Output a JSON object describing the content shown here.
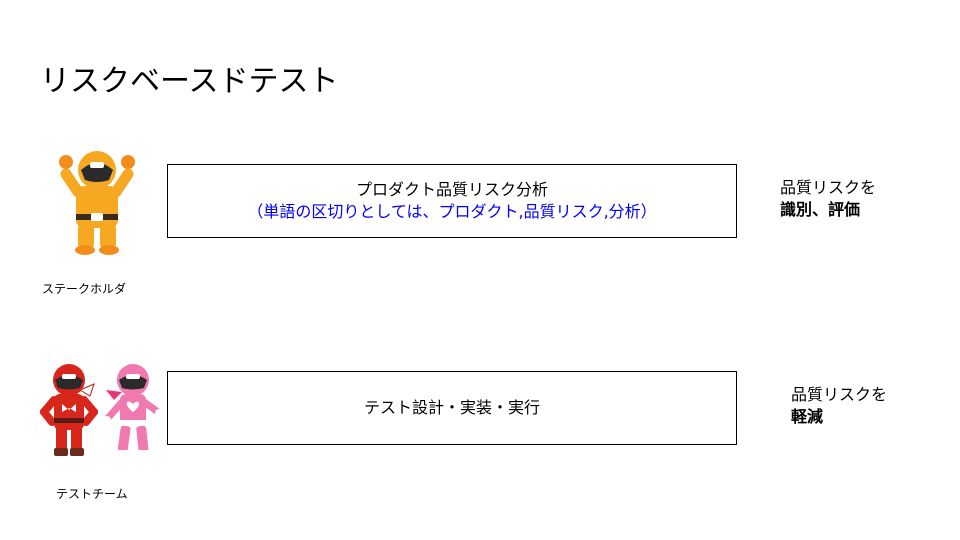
{
  "title": "リスクベースドテスト",
  "rows": [
    {
      "role": "ステークホルダ",
      "box_main": "プロダクト品質リスク分析",
      "box_note": "（単語の区切りとしては、プロダクト,品質リスク,分析）",
      "side_line1": "品質リスクを",
      "side_line2": "識別、評価"
    },
    {
      "role": "テストチーム",
      "box_main": "テスト設計・実装・実行",
      "side_line1": "品質リスクを",
      "side_line2": "軽減"
    }
  ],
  "colors": {
    "note_text": "#0000ff",
    "yellow_ranger": "#f7a823",
    "red_ranger": "#d9261c",
    "pink_ranger": "#f07ab0"
  },
  "icons": [
    "yellow-ranger-icon",
    "red-ranger-icon",
    "pink-ranger-icon"
  ]
}
